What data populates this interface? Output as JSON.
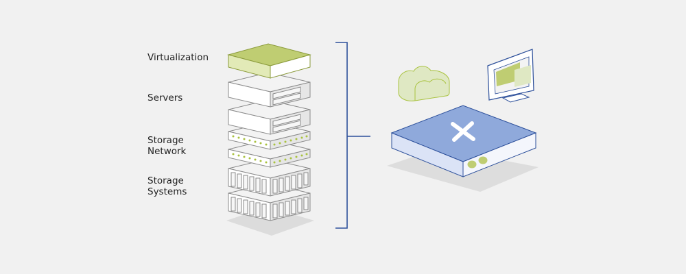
{
  "stack_labels": {
    "virtualization": "Virtualization",
    "servers": "Servers",
    "storage_network": "Storage\nNetwork",
    "storage_systems": "Storage\nSystems"
  },
  "colors": {
    "background": "#f1f1f1",
    "virtualization_green": "#bfcd72",
    "virtualization_green_light": "#e2eab7",
    "hardware_gray": "#d6d6d6",
    "hardware_gray_light": "#f3f3f3",
    "network_dot_green": "#a9c23f",
    "bracket_blue": "#2c4f9a",
    "appliance_blue": "#8fa9db",
    "appliance_blue_side": "#dbe3f6",
    "icon_green_light": "#dfe8c3"
  },
  "icons": {
    "cloud": "cloud-icon",
    "monitor": "monitor-icon",
    "brand_mark": "x-logo-icon"
  }
}
